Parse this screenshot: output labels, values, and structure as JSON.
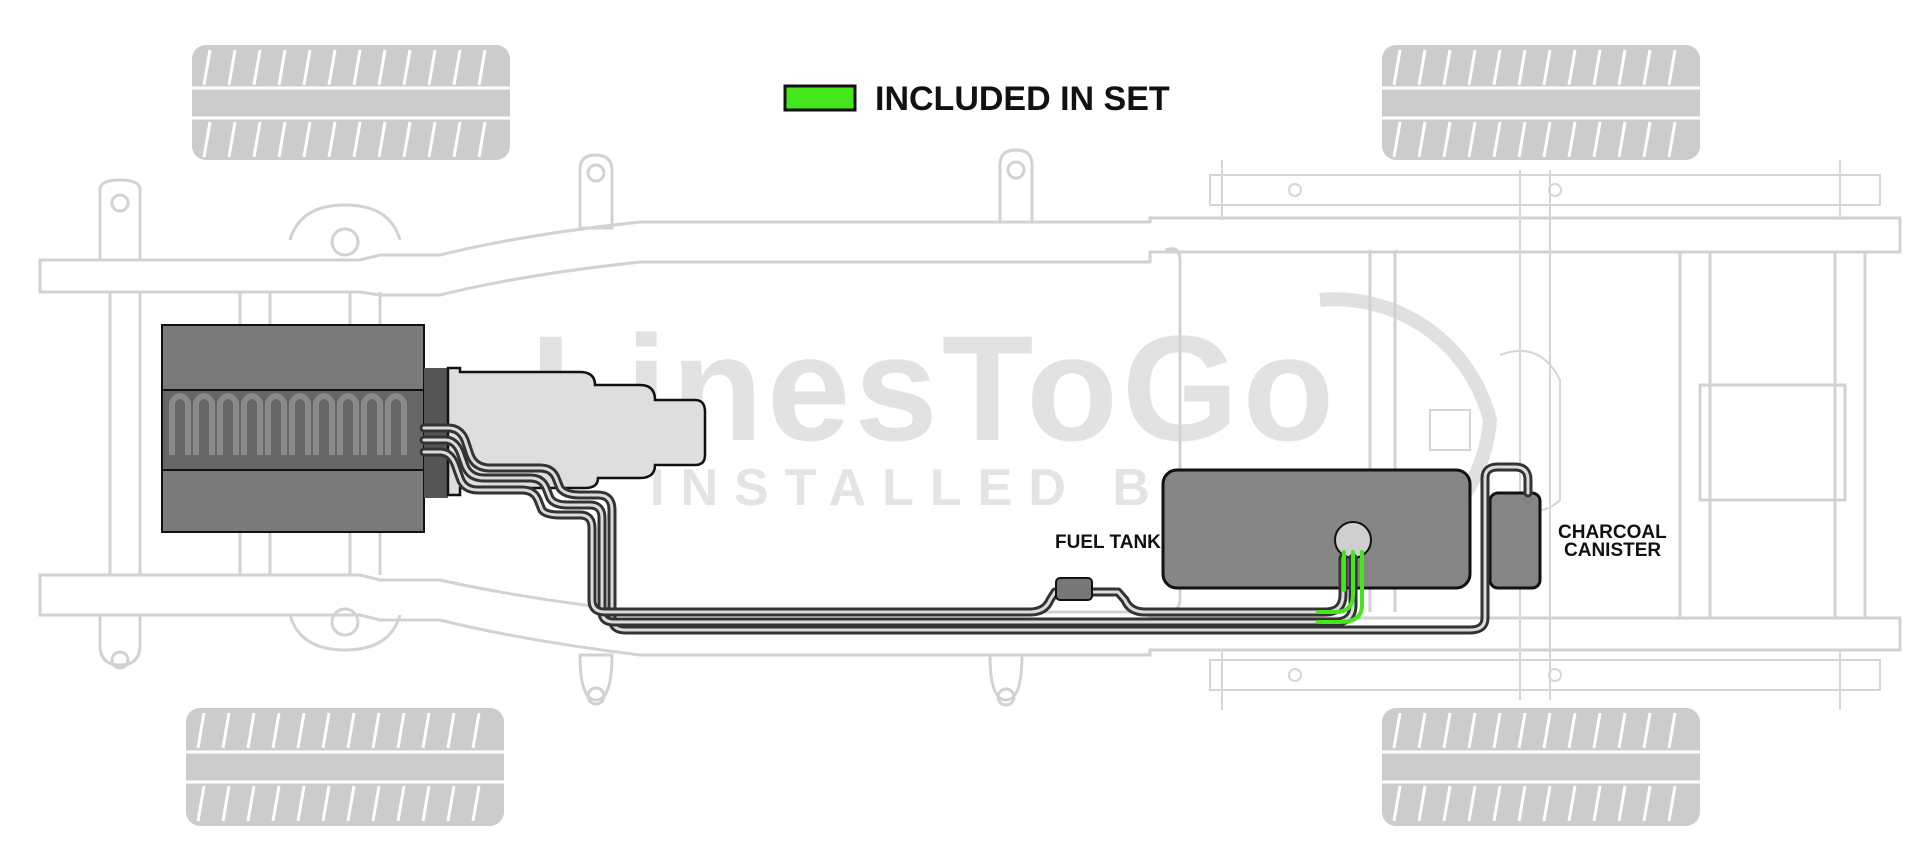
{
  "legend": {
    "label": "INCLUDED IN SET",
    "swatch_color": "#44e61c"
  },
  "watermark": {
    "brand": "LinesToGo",
    "tagline": "INSTALLED BY A"
  },
  "labels": {
    "fuel_tank": "FUEL TANK",
    "charcoal_canister_line1": "CHARCOAL",
    "charcoal_canister_line2": "CANISTER"
  },
  "colors": {
    "included_line": "#44e61c",
    "line_outline": "#333333",
    "frame": "#d2d2d2",
    "tire": "#cccccc",
    "engine": "#7a7a7a",
    "transmission": "#dedede",
    "fuel_tank": "#858585"
  }
}
